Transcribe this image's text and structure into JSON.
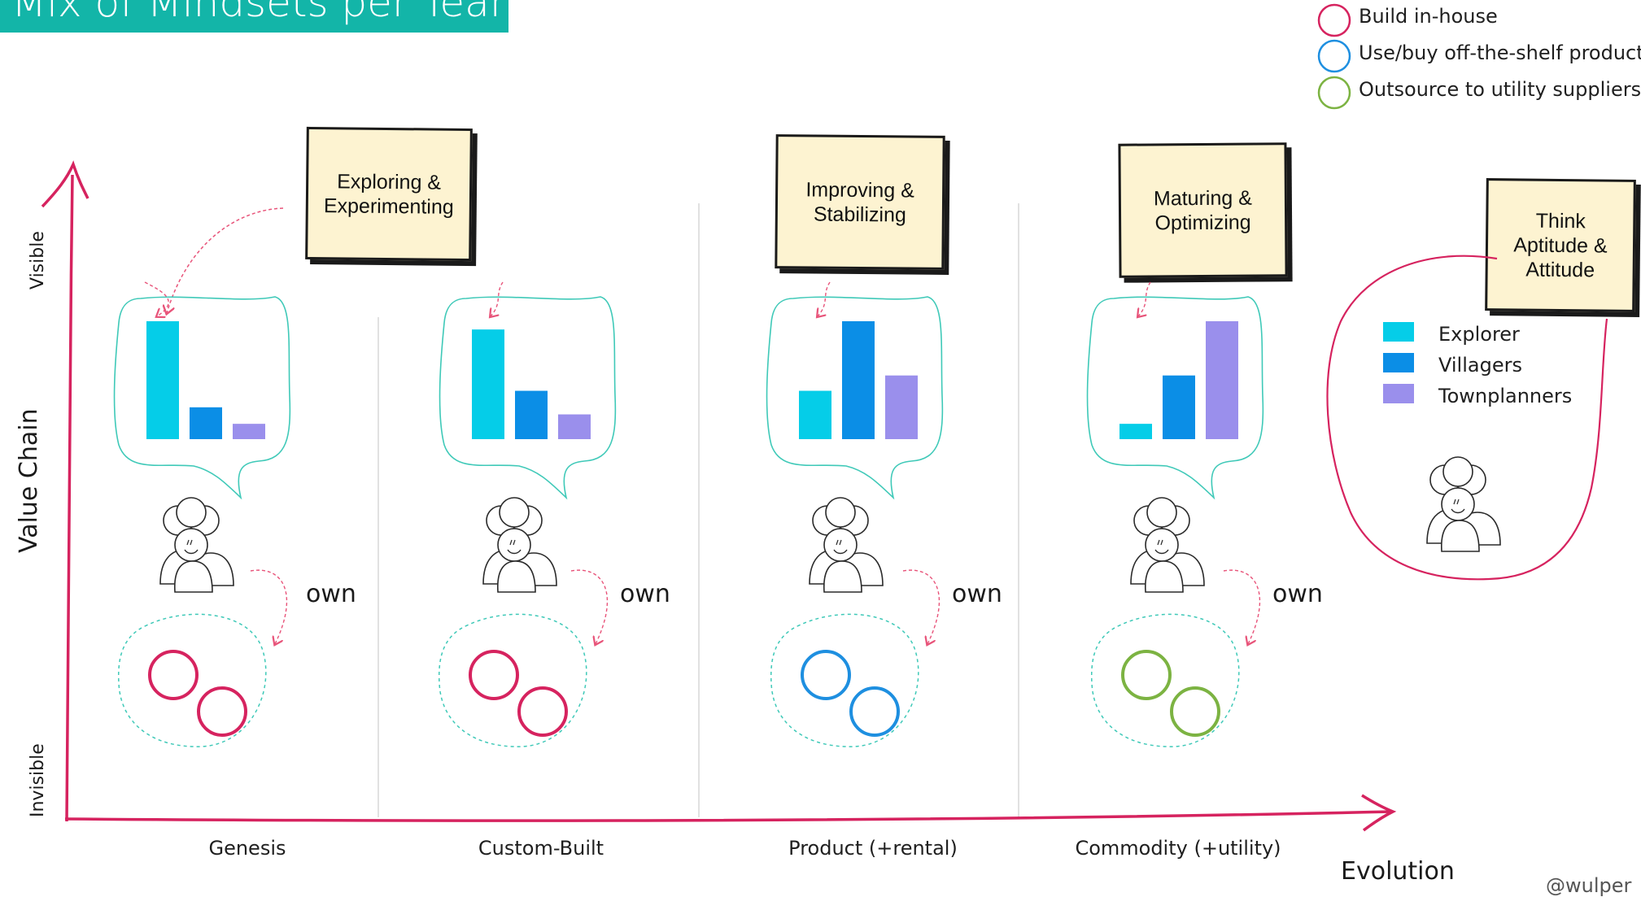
{
  "title": "Mix of Mindsets per Team",
  "legend_top": [
    {
      "label": "Build in-house",
      "color": "#d6235f"
    },
    {
      "label": "Use/buy off-the-shelf product",
      "color": "#1e8fe0"
    },
    {
      "label": "Outsource to utility suppliers",
      "color": "#7cb342"
    }
  ],
  "axes": {
    "y_label": "Value Chain",
    "y_top": "Visible",
    "y_bottom": "Invisible",
    "x_label": "Evolution"
  },
  "stages": [
    {
      "label": "Genesis",
      "note": "Exploring &\nExperimenting",
      "own": "own",
      "bars": [
        1.0,
        0.27,
        0.13
      ],
      "circle_color": "#d6235f"
    },
    {
      "label": "Custom-Built",
      "note": "",
      "own": "own",
      "bars": [
        0.93,
        0.41,
        0.21
      ],
      "circle_color": "#d6235f"
    },
    {
      "label": "Product (+rental)",
      "note": "Improving &\nStabilizing",
      "own": "own",
      "bars": [
        0.41,
        1.0,
        0.54
      ],
      "circle_color": "#1e8fe0"
    },
    {
      "label": "Commodity (+utility)",
      "note": "Maturing &\nOptimizing",
      "own": "own",
      "bars": [
        0.13,
        0.54,
        1.0
      ],
      "circle_color": "#7cb342"
    }
  ],
  "think_note": "Think\nAptitude &\nAttitude",
  "bar_legend": [
    {
      "label": "Explorer",
      "color": "#05cde8"
    },
    {
      "label": "Villagers",
      "color": "#0b8ee6"
    },
    {
      "label": "Townplanners",
      "color": "#9a8fec"
    }
  ],
  "credit": "@wulper"
}
